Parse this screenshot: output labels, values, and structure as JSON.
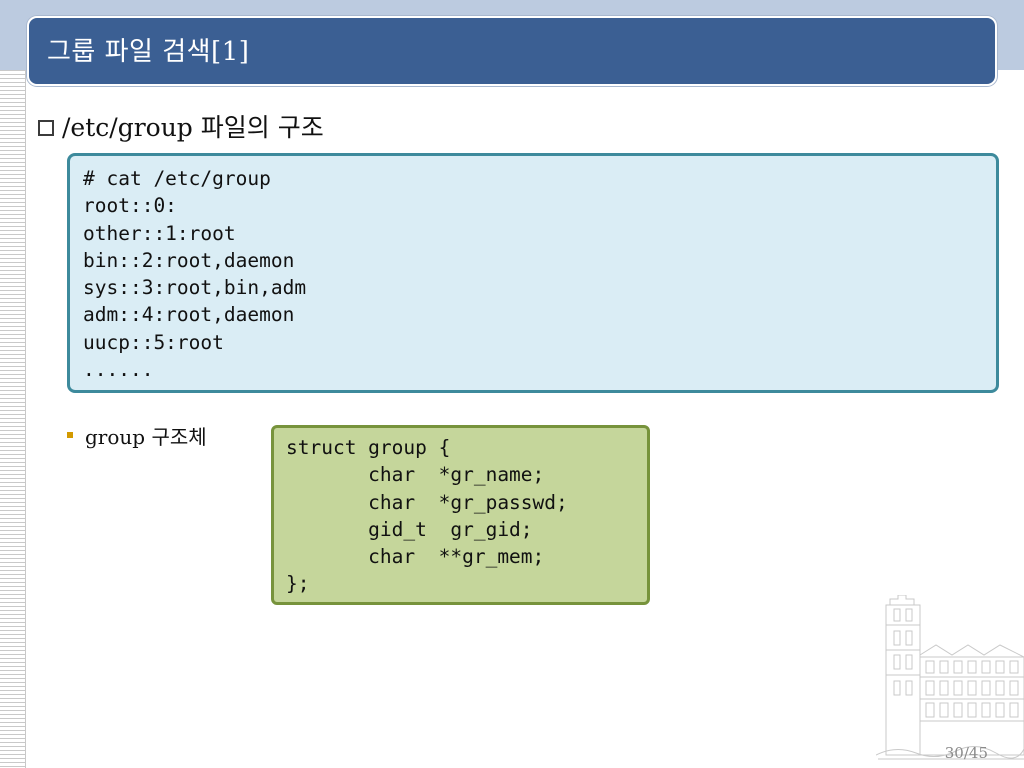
{
  "slide": {
    "title": "그룹 파일 검색[1]",
    "heading": "/etc/group 파일의 구조",
    "group_code_lines": [
      "# cat /etc/group",
      "root::0:",
      "other::1:root",
      "bin::2:root,daemon",
      "sys::3:root,bin,adm",
      "adm::4:root,daemon",
      "uucp::5:root",
      "......"
    ],
    "sub_bullet": "group 구조체",
    "struct_code_lines": [
      "struct group {",
      "       char  *gr_name;",
      "       char  *gr_passwd;",
      "       gid_t  gr_gid;",
      "       char  **gr_mem;",
      "};"
    ],
    "page_number": "30/45"
  },
  "icons": {
    "heading_bullet": "square-bullet-icon",
    "sub_bullet": "small-square-bullet-icon",
    "watermark": "building-illustration-icon"
  },
  "colors": {
    "title_bar": "#3b5f93",
    "top_strip": "#bccbe0",
    "code_box_fill": "#daedf5",
    "code_box_border": "#3d8a9c",
    "struct_box_fill": "#c5d69b",
    "struct_box_border": "#77933c",
    "sub_bullet": "#d39a00"
  }
}
